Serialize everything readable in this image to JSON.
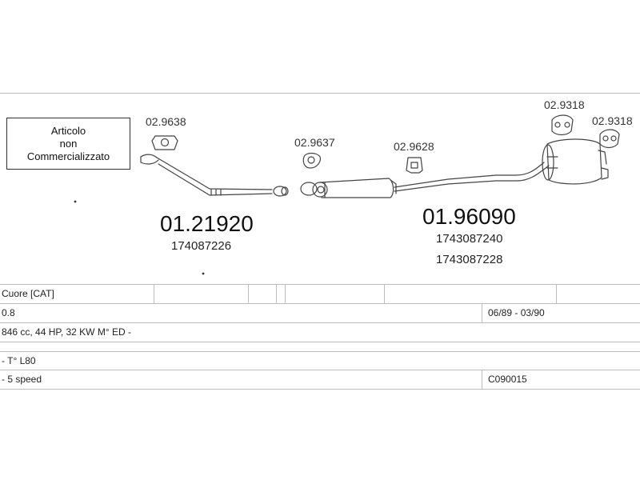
{
  "note": {
    "line1": "Articolo",
    "line2": "non",
    "line3": "Commercializzato"
  },
  "parts": {
    "p1": "02.9638",
    "p2": "02.9637",
    "p3": "02.9628",
    "p4": "02.9318",
    "p5": "02.9318",
    "front_pipe_code": "01.21920",
    "front_pipe_oe": "174087226",
    "rear_code": "01.96090",
    "rear_oe_1": "1743087240",
    "rear_oe_2": "1743087228"
  },
  "table": {
    "model": "Cuore [CAT]",
    "engine": "0.8",
    "years": "06/89 - 03/90",
    "spec": "846 cc, 44 HP, 32 KW M° ED -",
    "variant": "- T° L80",
    "gearbox": "- 5 speed",
    "ref": "C090015"
  },
  "colors": {
    "line": "#444444",
    "grid": "#bdbdbd"
  }
}
